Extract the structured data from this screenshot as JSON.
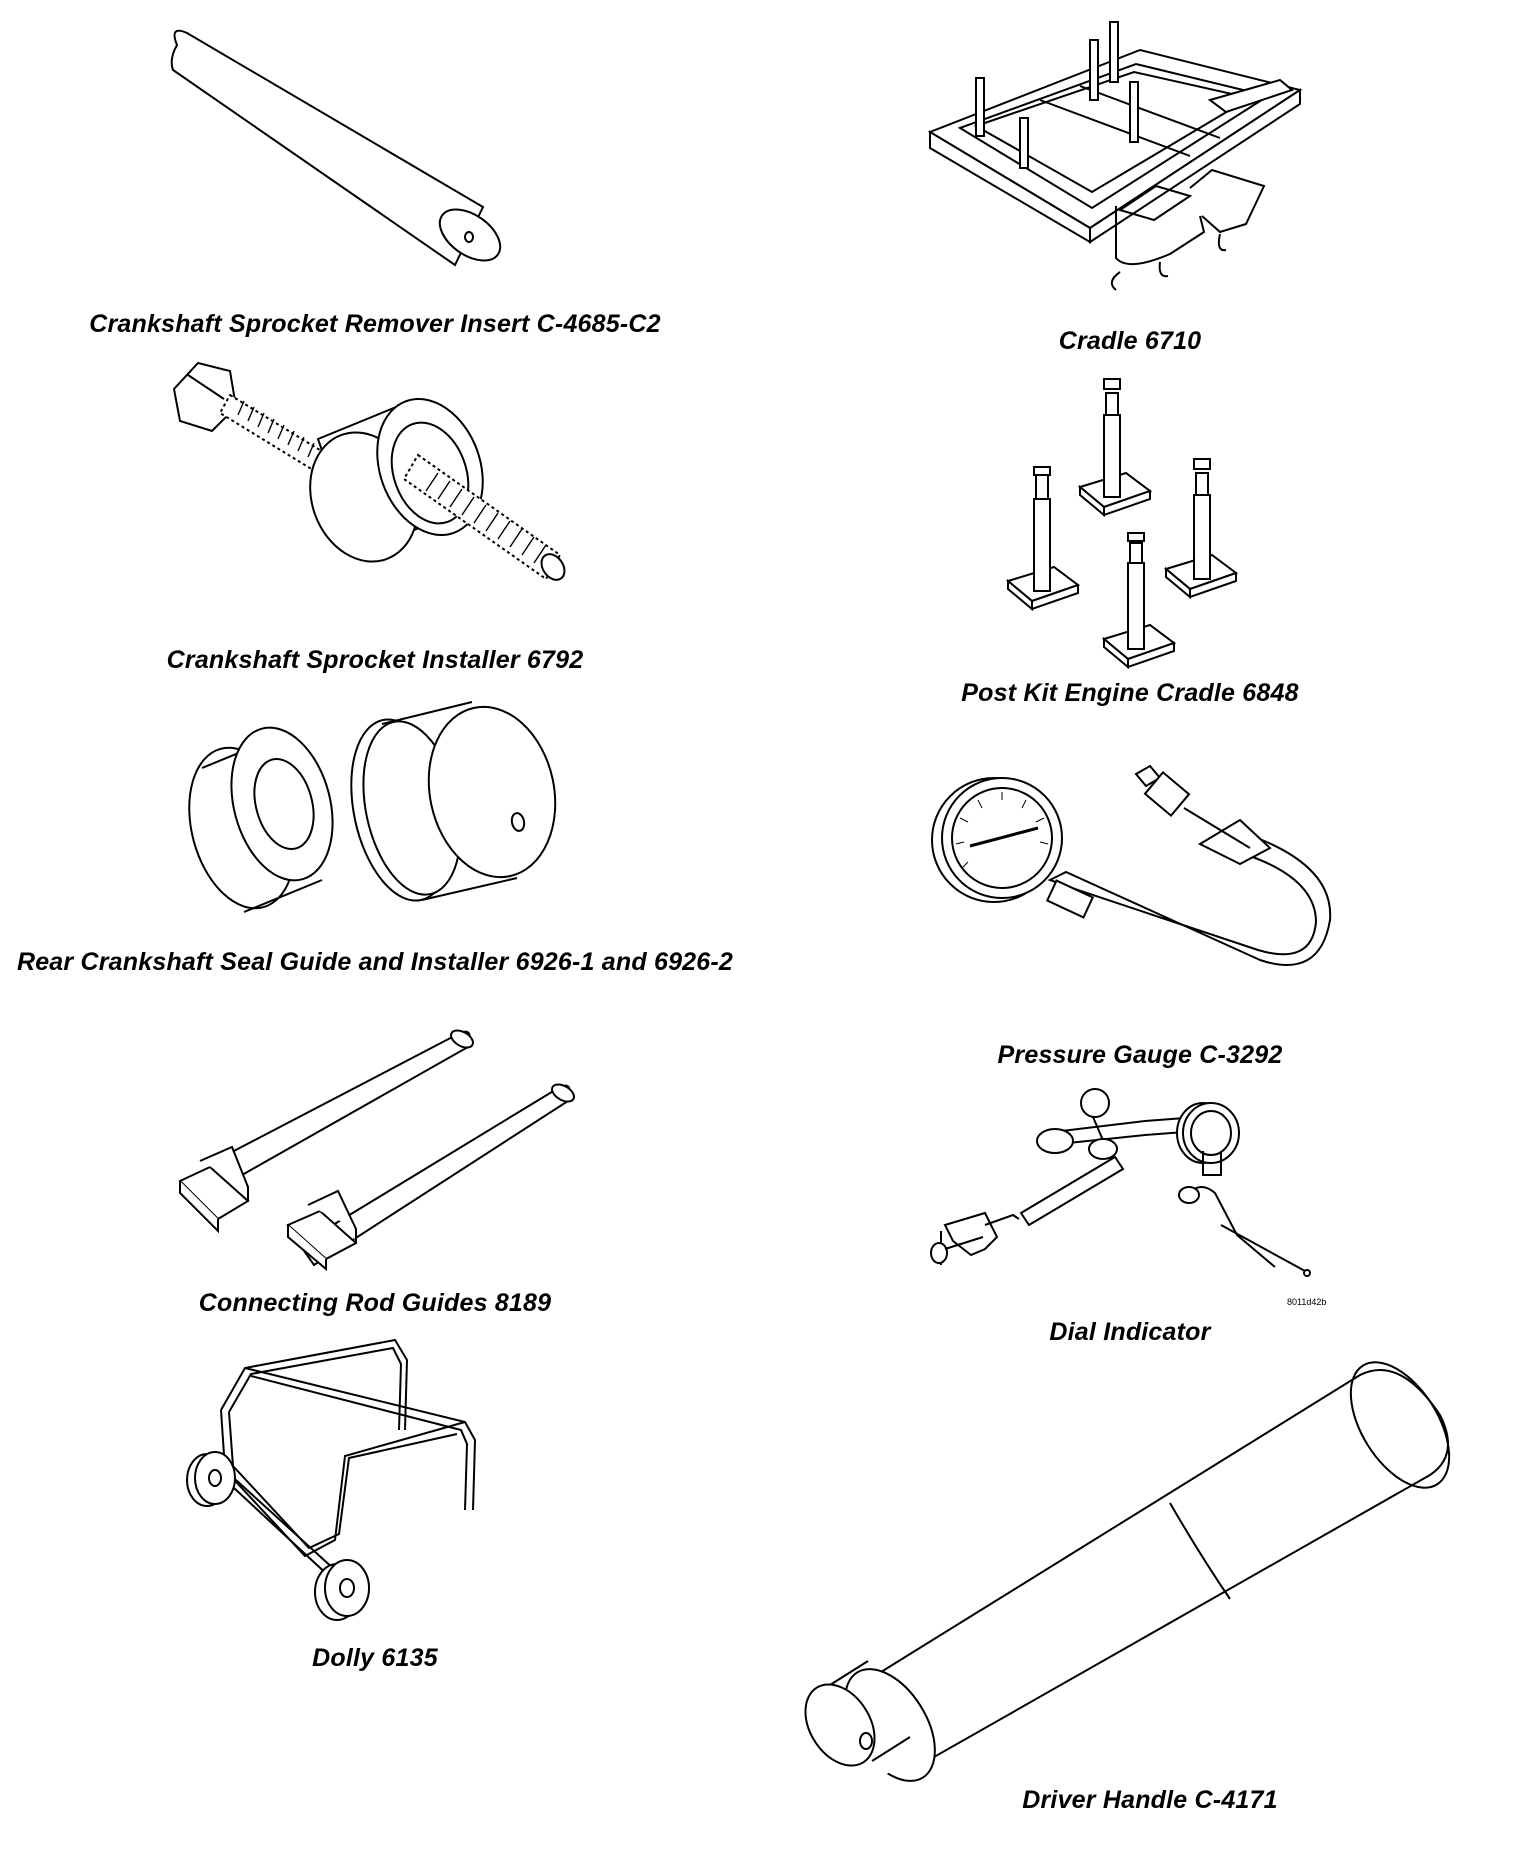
{
  "tools": [
    {
      "caption": "Crankshaft Sprocket Remover Insert C-4685-C2",
      "icon": "rod-insert-icon"
    },
    {
      "caption": "Crankshaft Sprocket Installer 6792",
      "icon": "threaded-installer-icon"
    },
    {
      "caption": "Rear Crankshaft Seal Guide and Installer 6926-1 and 6926-2",
      "icon": "seal-guide-installer-icon"
    },
    {
      "caption": "Connecting Rod Guides 8189",
      "icon": "rod-guides-icon"
    },
    {
      "caption": "Dolly 6135",
      "icon": "dolly-icon"
    },
    {
      "caption": "Cradle 6710",
      "icon": "cradle-icon"
    },
    {
      "caption": "Post Kit Engine Cradle 6848",
      "icon": "post-kit-icon"
    },
    {
      "caption": "Pressure Gauge C-3292",
      "icon": "pressure-gauge-icon"
    },
    {
      "caption": "Dial Indicator",
      "icon": "dial-indicator-icon",
      "figure_id": "8011d42b"
    },
    {
      "caption": "Driver Handle C-4171",
      "icon": "driver-handle-icon"
    }
  ]
}
